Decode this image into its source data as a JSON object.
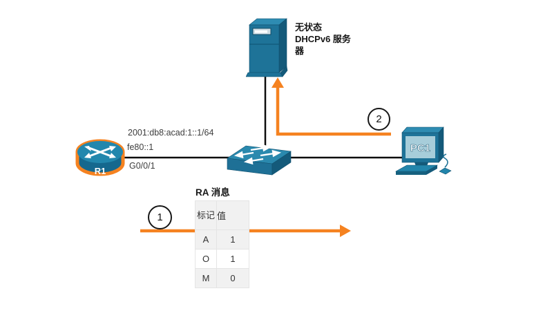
{
  "colors": {
    "accent_orange": "#F58220",
    "connection_black": "#0d0d0d",
    "device_blue": "#1E7398",
    "device_blue_light": "#2E8CB2",
    "device_blue_dark": "#145A7A",
    "pc_screen_blue": "#A7CDDA",
    "table_alt_row": "#F1F1F1"
  },
  "server": {
    "label": "无状态 DHCPv6 服务器"
  },
  "router": {
    "name": "R1",
    "interface": "G0/0/1",
    "global_address": "2001:db8:acad:1::1/64",
    "link_local_address": "fe80::1"
  },
  "pc": {
    "name": "PC1"
  },
  "ra_message": {
    "title": "RA 消息",
    "columns": {
      "flag": "标记",
      "value": "值"
    },
    "rows": [
      {
        "flag": "A",
        "value": "1"
      },
      {
        "flag": "O",
        "value": "1"
      },
      {
        "flag": "M",
        "value": "0"
      }
    ]
  },
  "annotations": {
    "step1": "1",
    "step2": "2"
  }
}
